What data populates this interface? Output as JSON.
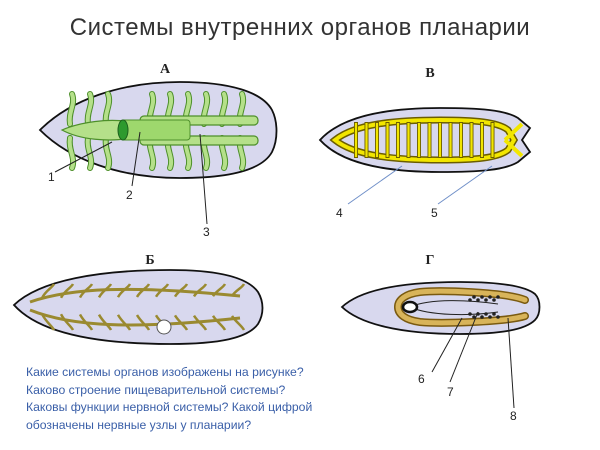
{
  "title": "Системы внутренних органов планарии",
  "panels": {
    "a": "А",
    "v": "В",
    "b": "Б",
    "g": "Г"
  },
  "callouts": [
    "1",
    "2",
    "3",
    "4",
    "5",
    "6",
    "7",
    "8"
  ],
  "questions": [
    "Какие системы органов изображены на рисунке?",
    "Каково строение пищеварительной системы?",
    "Каковы функции нервной системы? Какой цифрой",
    "обозначены нервные узлы у планарии?"
  ],
  "colors": {
    "body_fill": "#d8d8ee",
    "body_outline": "#111111",
    "digestive": "#b5e08a",
    "digestive_stroke": "#4d8f2a",
    "pharynx": "#3fae3f",
    "nervous": "#f2e600",
    "nervous_stroke": "#6b5d00",
    "excretory": "#9a8a30",
    "reproductive": "#c9a040",
    "question_text": "#3a5fa8",
    "callout_line": "#222222",
    "callout_line_blue": "#6f8fc8"
  }
}
